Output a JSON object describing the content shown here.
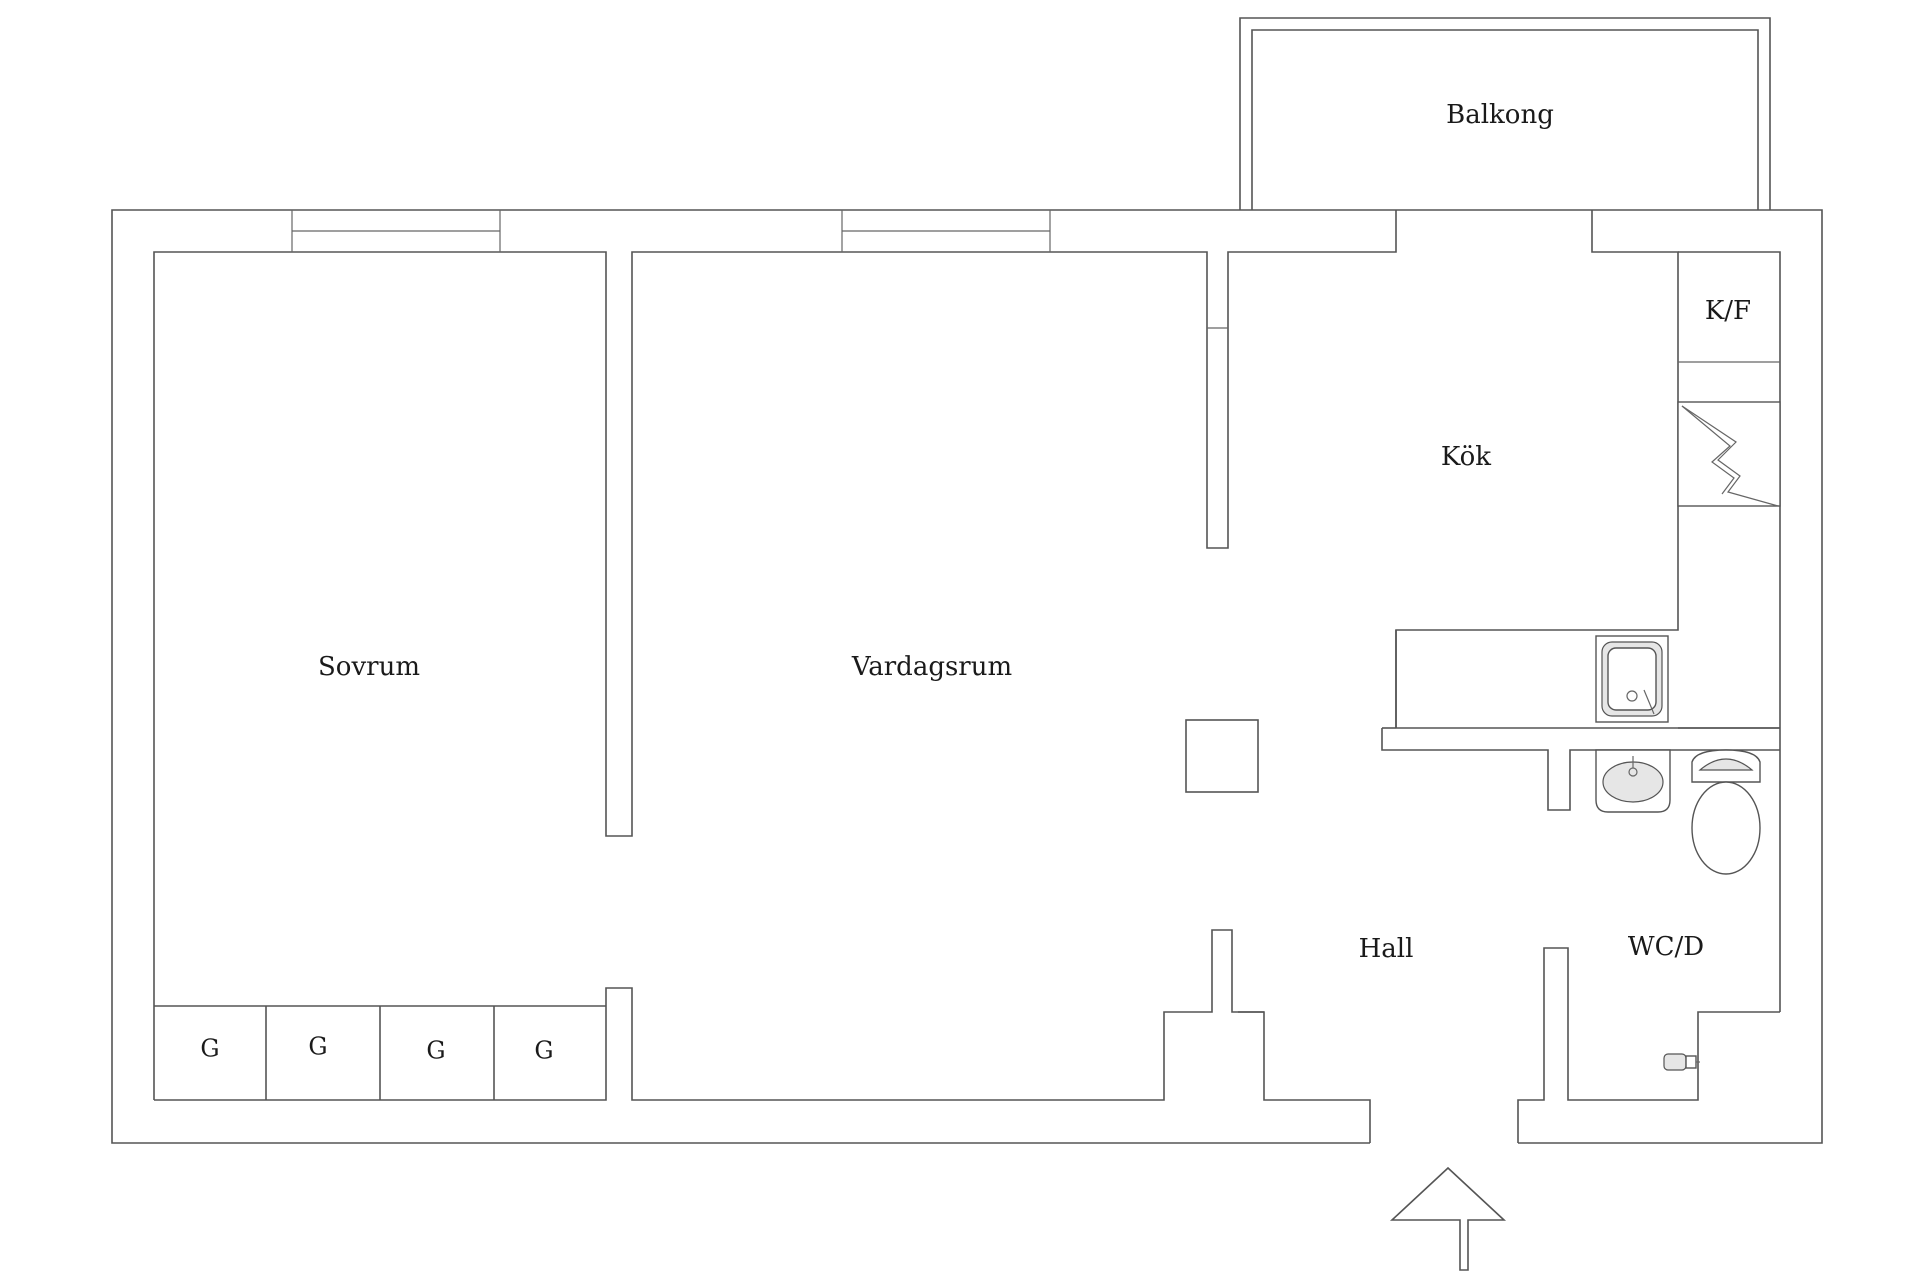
{
  "rooms": {
    "balkong": "Balkong",
    "sovrum": "Sovrum",
    "vardagsrum": "Vardagsrum",
    "kok": "Kök",
    "kf": "K/F",
    "hall": "Hall",
    "wcd": "WC/D"
  },
  "closets": [
    "G",
    "G",
    "G",
    "G"
  ],
  "icons": {
    "entrance": "entrance-arrow-icon",
    "sink": "kitchen-sink-icon",
    "stove": "stove-icon",
    "washbasin": "washbasin-icon",
    "toilet": "toilet-icon",
    "faucet": "wall-faucet-icon"
  }
}
